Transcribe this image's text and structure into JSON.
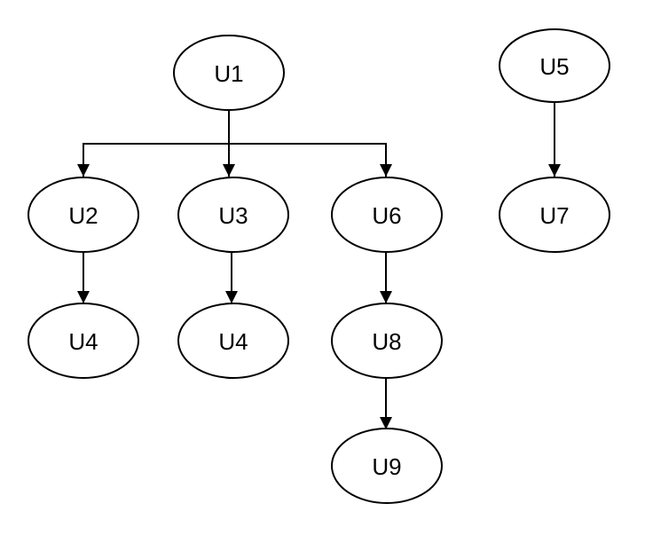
{
  "colors": {
    "background": "#ffffff",
    "stroke": "#000000",
    "text": "#000000"
  },
  "nodes": {
    "u1": "U1",
    "u2": "U2",
    "u3": "U3",
    "u4a": "U4",
    "u4b": "U4",
    "u5": "U5",
    "u6": "U6",
    "u7": "U7",
    "u8": "U8",
    "u9": "U9"
  },
  "edges": [
    {
      "from": "u1",
      "to": "u2"
    },
    {
      "from": "u1",
      "to": "u3"
    },
    {
      "from": "u1",
      "to": "u6"
    },
    {
      "from": "u2",
      "to": "u4a"
    },
    {
      "from": "u3",
      "to": "u4b"
    },
    {
      "from": "u6",
      "to": "u8"
    },
    {
      "from": "u8",
      "to": "u9"
    },
    {
      "from": "u5",
      "to": "u7"
    }
  ]
}
